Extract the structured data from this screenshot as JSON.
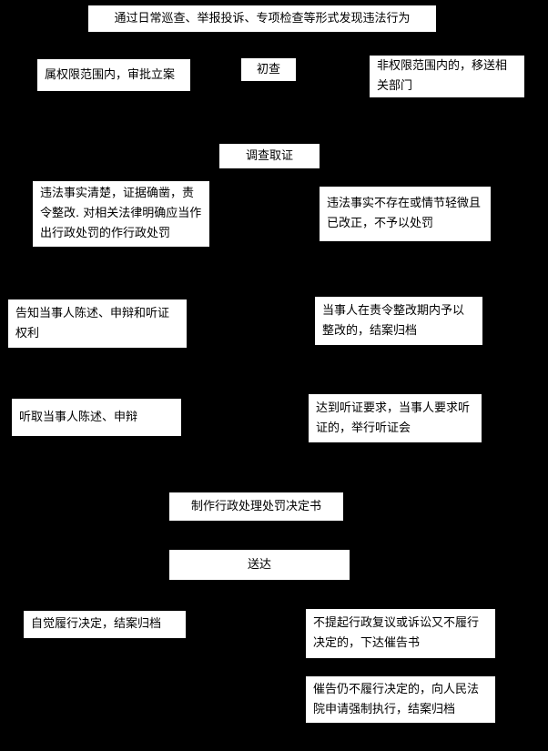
{
  "diagram": {
    "background_color": "#000000",
    "box_fill_color": "#ffffff",
    "box_text_color": "#000000",
    "nodes": {
      "discover": {
        "text": "通过日常巡查、举报投诉、专项检查等形式发现违法行为"
      },
      "file_case": {
        "text": "属权限范围内，审批立案"
      },
      "initial_check": {
        "text": "初查"
      },
      "transfer": {
        "text": "非权限范围内的，移送相关部门"
      },
      "investigate": {
        "text": "调查取证"
      },
      "order_rectify": {
        "text": "违法事实清楚，证据确凿，责令整改. 对相关法律明确应当作出行政处罚的作行政处罚"
      },
      "no_penalty": {
        "text": "违法事实不存在或情节轻微且已改正，不予以处罚"
      },
      "inform_rights": {
        "text": "告知当事人陈述、申辩和听证权利"
      },
      "rectified_close": {
        "text": "当事人在责令整改期内予以整改的，结案归档"
      },
      "hear_statement": {
        "text": "听取当事人陈述、申辩"
      },
      "hearing": {
        "text": "达到听证要求，当事人要求听证的，举行听证会"
      },
      "decision_doc": {
        "text": "制作行政处理处罚决定书"
      },
      "deliver": {
        "text": "送达"
      },
      "voluntary": {
        "text": "自觉履行决定，结案归档"
      },
      "reminder": {
        "text": "不提起行政复议或诉讼又不履行决定的，下达催告书"
      },
      "enforce": {
        "text": "催告仍不履行决定的，向人民法院申请强制执行，结案归档"
      }
    }
  }
}
